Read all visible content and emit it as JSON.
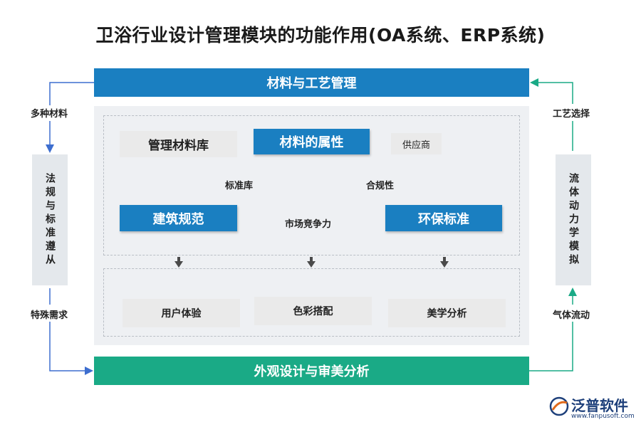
{
  "title": "卫浴行业设计管理模块的功能作用(OA系统、ERP系统)",
  "top_banner": "材料与工艺管理",
  "bottom_banner": "外观设计与审美分析",
  "left": {
    "top_label": "多种材料",
    "column_text": "法规与标准遵从",
    "bottom_label": "特殊需求"
  },
  "right": {
    "top_label": "工艺选择",
    "column_text": "流体动力学模拟",
    "bottom_label": "气体流动"
  },
  "upper": {
    "manage_library": "管理材料库",
    "material_props": "材料的属性",
    "supplier": "供应商",
    "standard_lib": "标准库",
    "compliance": "合规性",
    "building_spec": "建筑规范",
    "market_comp": "市场竞争力",
    "env_standard": "环保标准"
  },
  "lower": {
    "items": [
      "用户体验",
      "色彩搭配",
      "美学分析"
    ]
  },
  "colors": {
    "blue": "#1a7fc1",
    "green": "#1aaa86",
    "panel": "#eef0f3",
    "side": "#e4e8ec",
    "arrow_gray": "#4a4a4a"
  },
  "logo": {
    "name": "泛普软件",
    "url": "www.fanpusoft.com"
  }
}
